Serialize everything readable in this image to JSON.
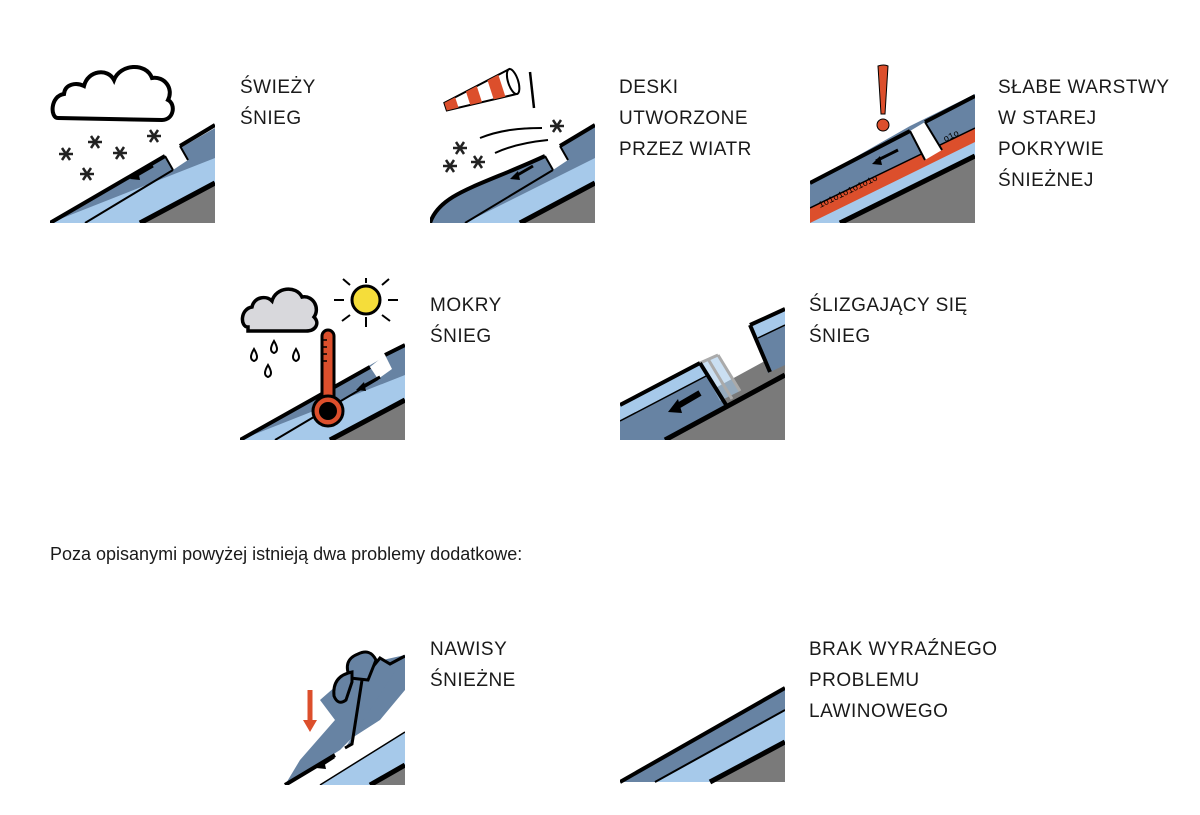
{
  "colors": {
    "slab": "#6783a3",
    "snow_light": "#a6c9ea",
    "ground": "#7a7a7a",
    "outline": "#000000",
    "accent_red": "#dc4f2c",
    "sun_yellow": "#f5dd3a",
    "cloud_grey": "#d8d8dc"
  },
  "problems": [
    {
      "id": "fresh-snow",
      "icon": "fresh-snow-icon",
      "lines": [
        "ŚWIEŻY",
        "ŚNIEG"
      ]
    },
    {
      "id": "wind-slab",
      "icon": "wind-slab-icon",
      "lines": [
        "DESKI",
        "UTWORZONE",
        "PRZEZ WIATR"
      ]
    },
    {
      "id": "persistent-weak-layers",
      "icon": "weak-layers-icon",
      "lines": [
        "SŁABE WARSTWY",
        "W STAREJ",
        "POKRYWIE",
        "ŚNIEŻNEJ"
      ]
    },
    {
      "id": "wet-snow",
      "icon": "wet-snow-icon",
      "lines": [
        "MOKRY",
        "ŚNIEG"
      ]
    },
    {
      "id": "gliding-snow",
      "icon": "gliding-snow-icon",
      "lines": [
        "ŚLIZGAJĄCY SIĘ",
        "ŚNIEG"
      ]
    }
  ],
  "intro_text": "Poza opisanymi powyżej istnieją dwa problemy dodatkowe:",
  "additional_problems": [
    {
      "id": "cornices",
      "icon": "cornice-icon",
      "lines": [
        "NAWISY",
        "ŚNIEŻNE"
      ]
    },
    {
      "id": "no-distinct-problem",
      "icon": "no-problem-icon",
      "lines": [
        "BRAK WYRAŹNEGO",
        "PROBLEMU",
        "LAWINOWEGO"
      ]
    }
  ]
}
